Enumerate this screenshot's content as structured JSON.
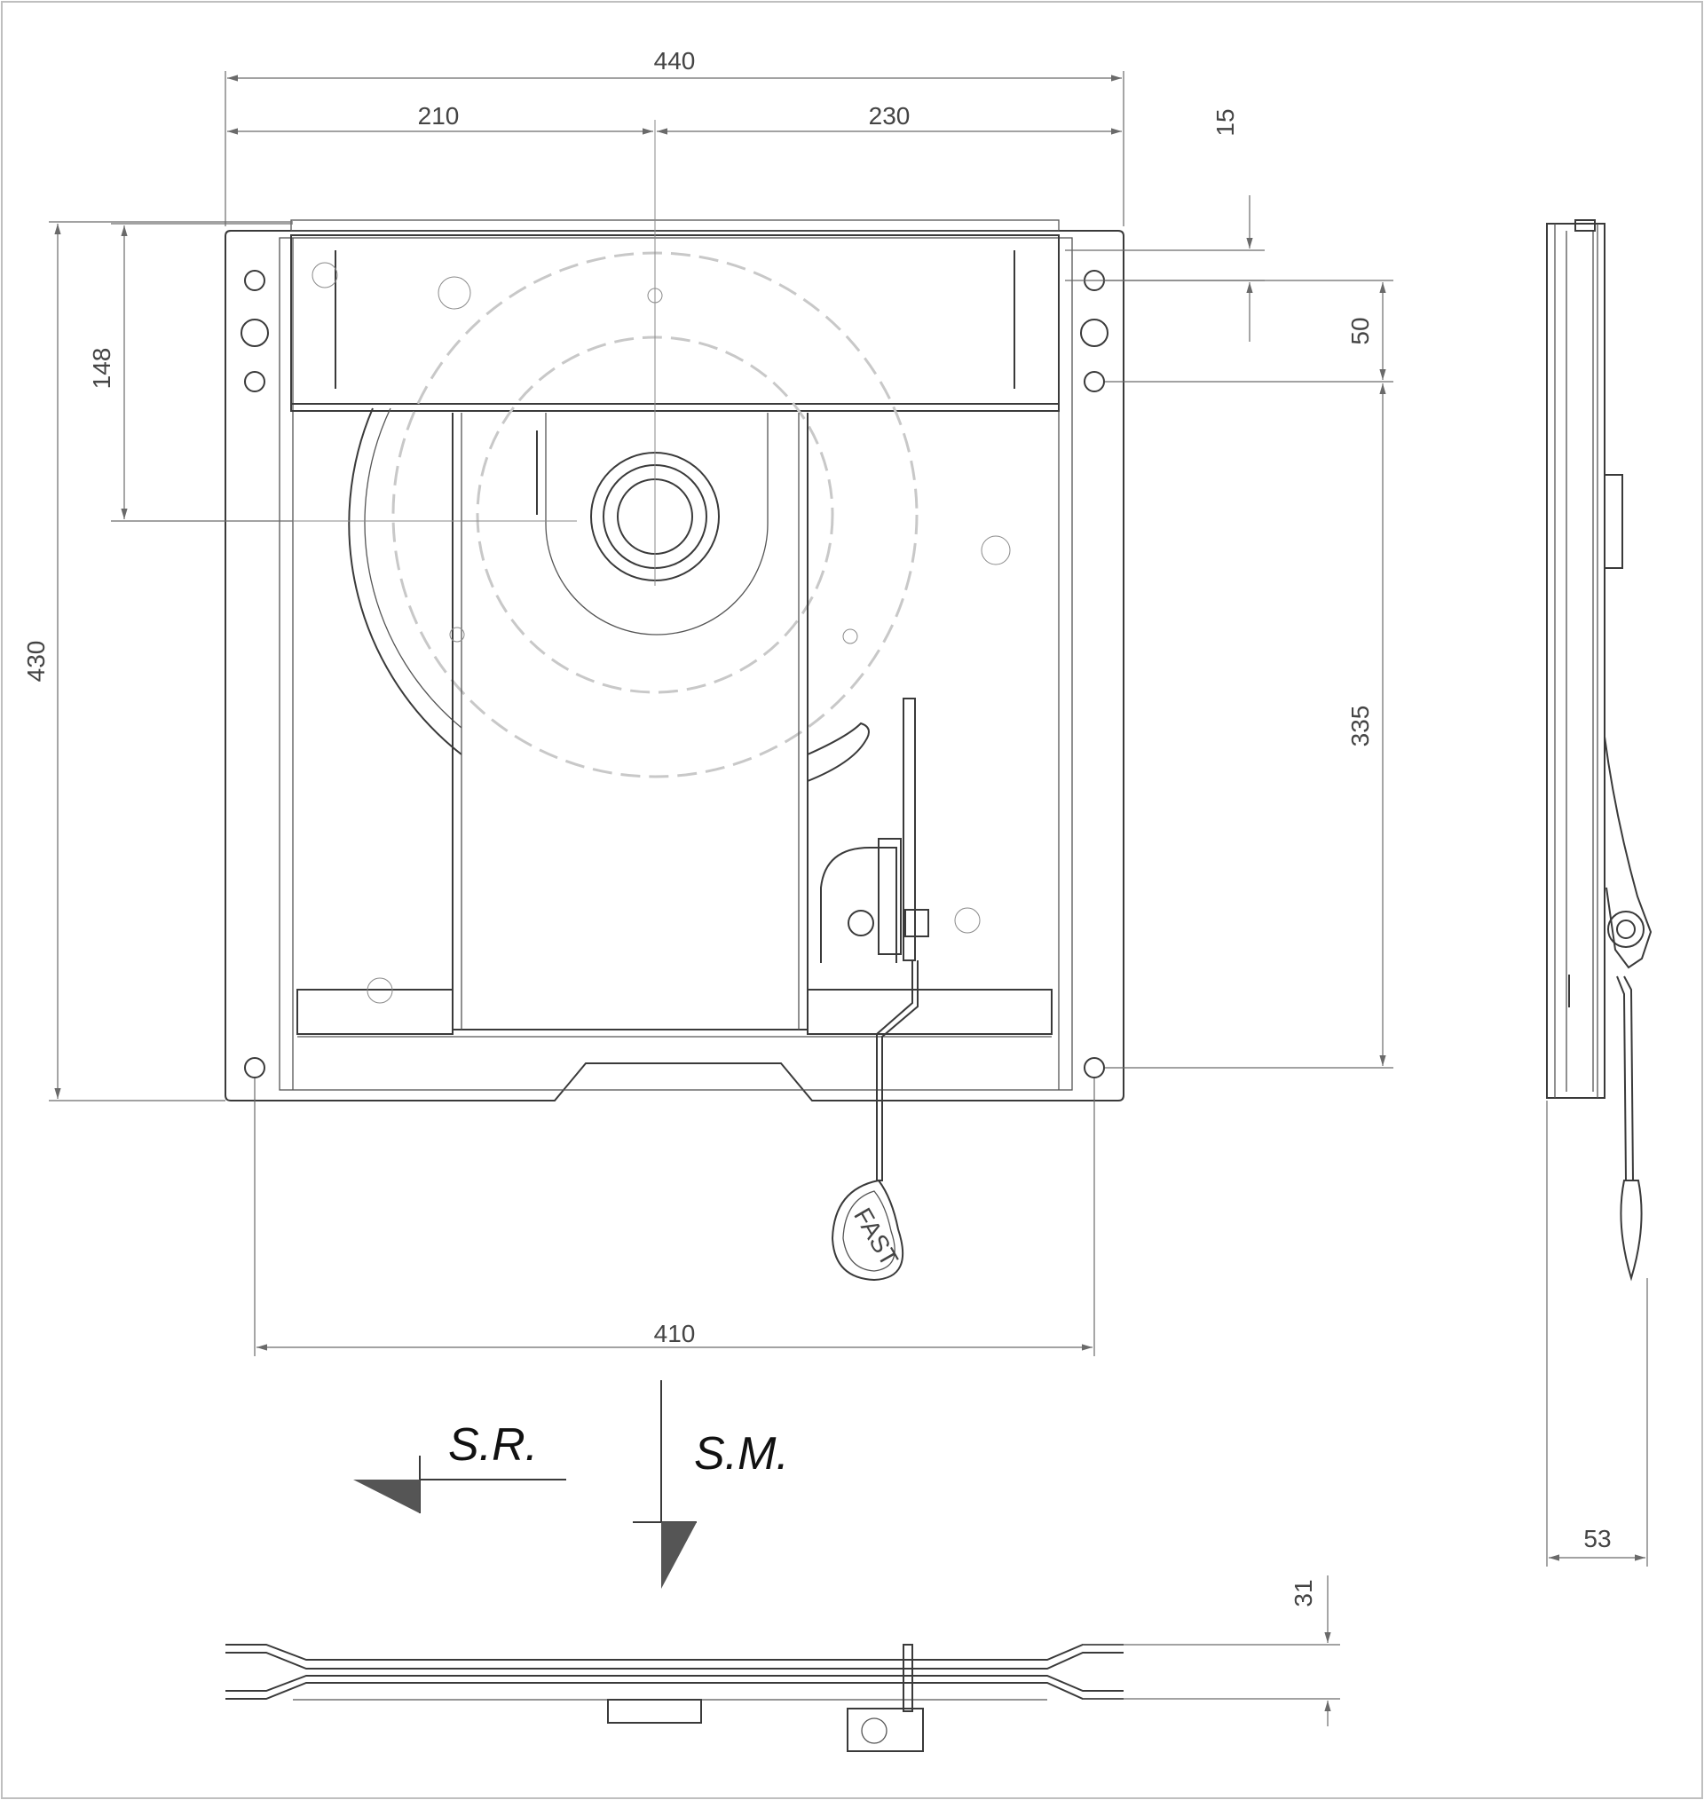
{
  "dimensions": {
    "overall_width": "440",
    "left_of_axis": "210",
    "right_of_axis": "230",
    "rail_gap": "15",
    "hole_spacing_vertical": "50",
    "axis_offset": "148",
    "overall_height": "430",
    "hole_to_hole_height": "335",
    "hole_to_hole_width": "410",
    "side_thickness": "53",
    "front_thickness": "31"
  },
  "labels": {
    "sr": "S.R.",
    "sm": "S.M.",
    "handle_logo": "FAST"
  },
  "colors": {
    "line": "#3a3a3a",
    "hidden_line": "#c8c8c8",
    "dimension": "#6a6a6a"
  }
}
